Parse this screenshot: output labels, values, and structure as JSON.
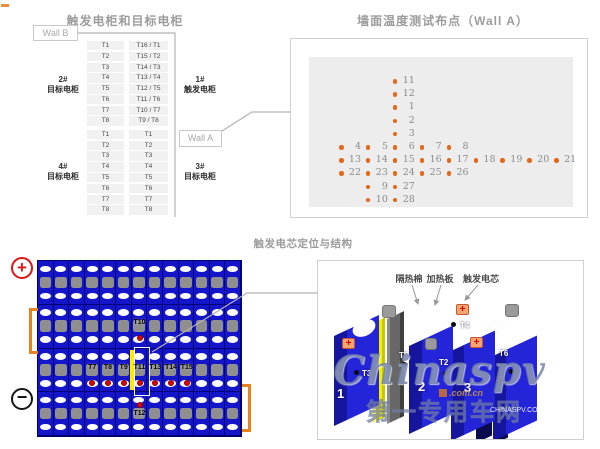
{
  "titles": {
    "top_left": "触发电柜和目标电柜",
    "top_right": "墙面温度测试布点（Wall A）",
    "bottom": "触发电芯定位与结构"
  },
  "wall_labels": {
    "wall_a": "Wall A",
    "wall_b": "Wall B"
  },
  "cabinet_table": {
    "groups": [
      {
        "left_label_line1": "2#",
        "left_label_line2": "目标电柜",
        "right_label_line1": "1#",
        "right_label_line2": "触发电柜",
        "col1": [
          "T1",
          "T2",
          "T3",
          "T4",
          "T5",
          "T6",
          "T7",
          "T8"
        ],
        "col2": [
          "T16 / T1",
          "T15 / T2",
          "T14 / T3",
          "T13 / T4",
          "T12 / T5",
          "T11 / T6",
          "T10 / T7",
          "T9 / T8"
        ]
      },
      {
        "left_label_line1": "4#",
        "left_label_line2": "目标电柜",
        "right_label_line1": "3#",
        "right_label_line2": "目标电柜",
        "col1": [
          "T1",
          "T2",
          "T3",
          "T4",
          "T5",
          "T6",
          "T7",
          "T8"
        ],
        "col2": [
          "T1",
          "T2",
          "T3",
          "T4",
          "T5",
          "T6",
          "T7",
          "T8"
        ]
      }
    ]
  },
  "wall_panel": {
    "points": [
      {
        "n": "11",
        "col": 3,
        "row": 1
      },
      {
        "n": "12",
        "col": 3,
        "row": 2
      },
      {
        "n": "1",
        "col": 3,
        "row": 3
      },
      {
        "n": "2",
        "col": 3,
        "row": 4
      },
      {
        "n": "3",
        "col": 3,
        "row": 5
      },
      {
        "n": "4",
        "col": 1,
        "row": 6
      },
      {
        "n": "5",
        "col": 2,
        "row": 6
      },
      {
        "n": "6",
        "col": 3,
        "row": 6
      },
      {
        "n": "7",
        "col": 4,
        "row": 6
      },
      {
        "n": "8",
        "col": 5,
        "row": 6
      },
      {
        "n": "13",
        "col": 1,
        "row": 7
      },
      {
        "n": "14",
        "col": 2,
        "row": 7
      },
      {
        "n": "15",
        "col": 3,
        "row": 7
      },
      {
        "n": "16",
        "col": 4,
        "row": 7
      },
      {
        "n": "17",
        "col": 5,
        "row": 7
      },
      {
        "n": "18",
        "col": 6,
        "row": 7
      },
      {
        "n": "19",
        "col": 7,
        "row": 7
      },
      {
        "n": "20",
        "col": 8,
        "row": 7
      },
      {
        "n": "21",
        "col": 9,
        "row": 7
      },
      {
        "n": "22",
        "col": 1,
        "row": 8
      },
      {
        "n": "23",
        "col": 2,
        "row": 8
      },
      {
        "n": "24",
        "col": 3,
        "row": 8
      },
      {
        "n": "25",
        "col": 4,
        "row": 8
      },
      {
        "n": "26",
        "col": 5,
        "row": 8
      },
      {
        "n": "9",
        "col": 2,
        "row": 9
      },
      {
        "n": "27",
        "col": 3,
        "row": 9
      },
      {
        "n": "10",
        "col": 2,
        "row": 10
      },
      {
        "n": "28",
        "col": 3,
        "row": 10
      }
    ],
    "dot_color": "#e2691b"
  },
  "pack": {
    "cols": 13,
    "rows": 4,
    "polarity": {
      "positive": "+",
      "negative": "−"
    },
    "sensors": [
      {
        "label": "T10",
        "col": 7,
        "row": 2,
        "dot": "below"
      },
      {
        "label": "T7",
        "col": 4,
        "row": 3,
        "dot": "below"
      },
      {
        "label": "T8",
        "col": 5,
        "row": 3,
        "dot": "below"
      },
      {
        "label": "T9",
        "col": 6,
        "row": 3,
        "dot": "below"
      },
      {
        "label": "T11",
        "col": 7,
        "row": 3,
        "dot": "below"
      },
      {
        "label": "T13",
        "col": 8,
        "row": 3,
        "dot": "below"
      },
      {
        "label": "T14",
        "col": 9,
        "row": 3,
        "dot": "below"
      },
      {
        "label": "T15",
        "col": 10,
        "row": 3,
        "dot": "below"
      },
      {
        "label": "T12",
        "col": 7,
        "row": 4,
        "dot": "above"
      }
    ],
    "cell_color": "#1414c9",
    "sensor_dot_color": "#e00505",
    "heater_bar_color": "#ffec00",
    "busbar_color": "#e8821e"
  },
  "structure_panel": {
    "part_labels": {
      "insulation": "隔热棉",
      "heater": "加热板",
      "trigger_cell": "触发电芯"
    },
    "cell_numbers": [
      "1",
      "2",
      "3"
    ],
    "sensors3d": {
      "t3": "T3",
      "t5": "T5",
      "t2": "T2",
      "t4": "T4",
      "t6": "T6"
    },
    "plus_glyph": "+",
    "watermark": {
      "main": "Chinaspv",
      "domain": ".com.cn",
      "cn": "第一专用车网",
      "small": "CHINASPV.COM.CN"
    }
  }
}
